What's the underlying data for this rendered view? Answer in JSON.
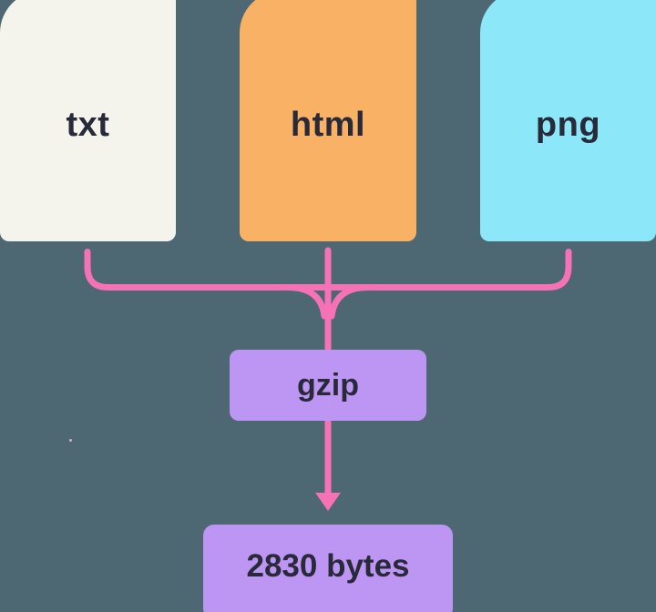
{
  "files": [
    {
      "id": "txt",
      "label": "txt"
    },
    {
      "id": "html",
      "label": "html"
    },
    {
      "id": "png",
      "label": "png"
    }
  ],
  "pipeline": {
    "process_label": "gzip",
    "output_label": "2830 bytes"
  },
  "icons": {
    "arrow_down": "merge-flow-arrow-down"
  },
  "colors": {
    "background": "#4d6872",
    "file_txt": "#f5f4ec",
    "file_html": "#f9b165",
    "file_png": "#8ce7f8",
    "connector_pink": "#f672b6",
    "box_purple": "#bc96f2",
    "text_dark": "#282a39",
    "artifact_pink": "#dd9ec0"
  }
}
